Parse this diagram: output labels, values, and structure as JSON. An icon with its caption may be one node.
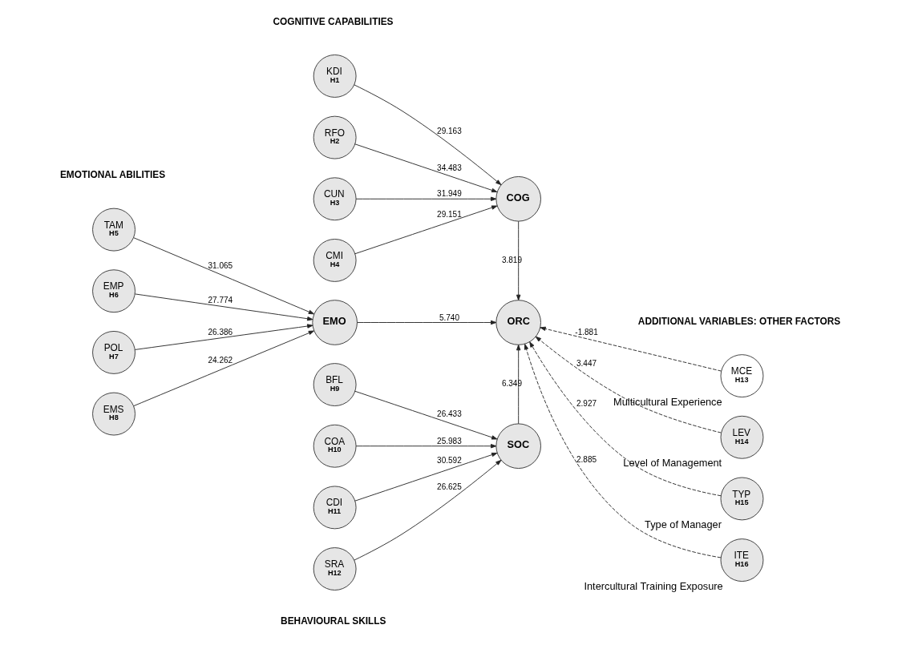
{
  "diagram": {
    "nodes": [
      {
        "text": [
          "KDI",
          "H1"
        ]
      },
      {
        "text": [
          "RFO",
          "H2"
        ]
      },
      {
        "text": [
          "CUN",
          "H3"
        ]
      },
      {
        "text": [
          "CMI",
          "H4"
        ]
      },
      {
        "text": [
          "COG"
        ]
      },
      {
        "text": [
          "TAM",
          "H5"
        ]
      },
      {
        "text": [
          "EMP",
          "H6"
        ]
      },
      {
        "text": [
          "POL",
          "H7"
        ]
      },
      {
        "text": [
          "EMS",
          "H8"
        ]
      },
      {
        "text": [
          "EMO"
        ]
      },
      {
        "text": [
          "ORC"
        ]
      },
      {
        "text": [
          "MCE",
          "H13"
        ],
        "beside": [
          "Multicultural Experience"
        ]
      },
      {
        "text": [
          "LEV",
          "H14"
        ],
        "beside": [
          "Level of Management"
        ]
      },
      {
        "text": [
          "TYP",
          "H15"
        ],
        "beside": [
          "Type of Manager"
        ]
      },
      {
        "text": [
          "ITE",
          "H16"
        ],
        "beside": [
          "Intercultural Training Exposure"
        ]
      },
      {
        "text": [
          "SOC"
        ]
      },
      {
        "text": [
          "BFL",
          "H9"
        ]
      },
      {
        "text": [
          "COA",
          "H10"
        ]
      },
      {
        "text": [
          "CDI",
          "H11"
        ]
      },
      {
        "text": [
          "SRA",
          "H12"
        ]
      }
    ],
    "edges": [
      {
        "from": 0,
        "to": 4,
        "arrow": "to",
        "label": "29.163"
      },
      {
        "from": 1,
        "to": 4,
        "arrow": "to",
        "label": "34.483"
      },
      {
        "from": 2,
        "to": 4,
        "arrow": "to",
        "label": "31.949"
      },
      {
        "from": 3,
        "to": 4,
        "arrow": "to",
        "label": "29.151"
      },
      {
        "from": 5,
        "to": 9,
        "arrow": "to",
        "label": "31.065"
      },
      {
        "from": 6,
        "to": 9,
        "arrow": "to",
        "label": "27.774"
      },
      {
        "from": 7,
        "to": 9,
        "arrow": "to",
        "label": "26.386"
      },
      {
        "from": 8,
        "to": 9,
        "arrow": "to",
        "label": "24.262"
      },
      {
        "from": 4,
        "to": 10,
        "arrow": "to",
        "label": "3.819"
      },
      {
        "from": 9,
        "to": 10,
        "arrow": "to",
        "label": "5.740"
      },
      {
        "from": 15,
        "to": 10,
        "arrow": "to",
        "label": "6.349"
      },
      {
        "from": 11,
        "to": 10,
        "arrow": "to",
        "label": "-1.881",
        "style": "dashed"
      },
      {
        "from": 12,
        "to": 10,
        "arrow": "to",
        "label": "3.447",
        "style": "dashed"
      },
      {
        "from": 13,
        "to": 10,
        "arrow": "to",
        "label": "2.927",
        "style": "dashed"
      },
      {
        "from": 14,
        "to": 10,
        "arrow": "to",
        "label": "2.885",
        "style": "dashed"
      },
      {
        "from": 16,
        "to": 15,
        "arrow": "to",
        "label": "26.433"
      },
      {
        "from": 17,
        "to": 15,
        "arrow": "to",
        "label": "25.983"
      },
      {
        "from": 18,
        "to": 15,
        "arrow": "to",
        "label": "30.592"
      },
      {
        "from": 19,
        "to": 15,
        "arrow": "to",
        "label": "26.625"
      }
    ],
    "labels": [
      "COGNITIVE CAPABILITIES",
      "ADDITIONAL VARIABLES: OTHER FACTORS",
      "EMOTIONAL ABILITIES",
      "BEHAVIOURAL SKILLS"
    ]
  }
}
